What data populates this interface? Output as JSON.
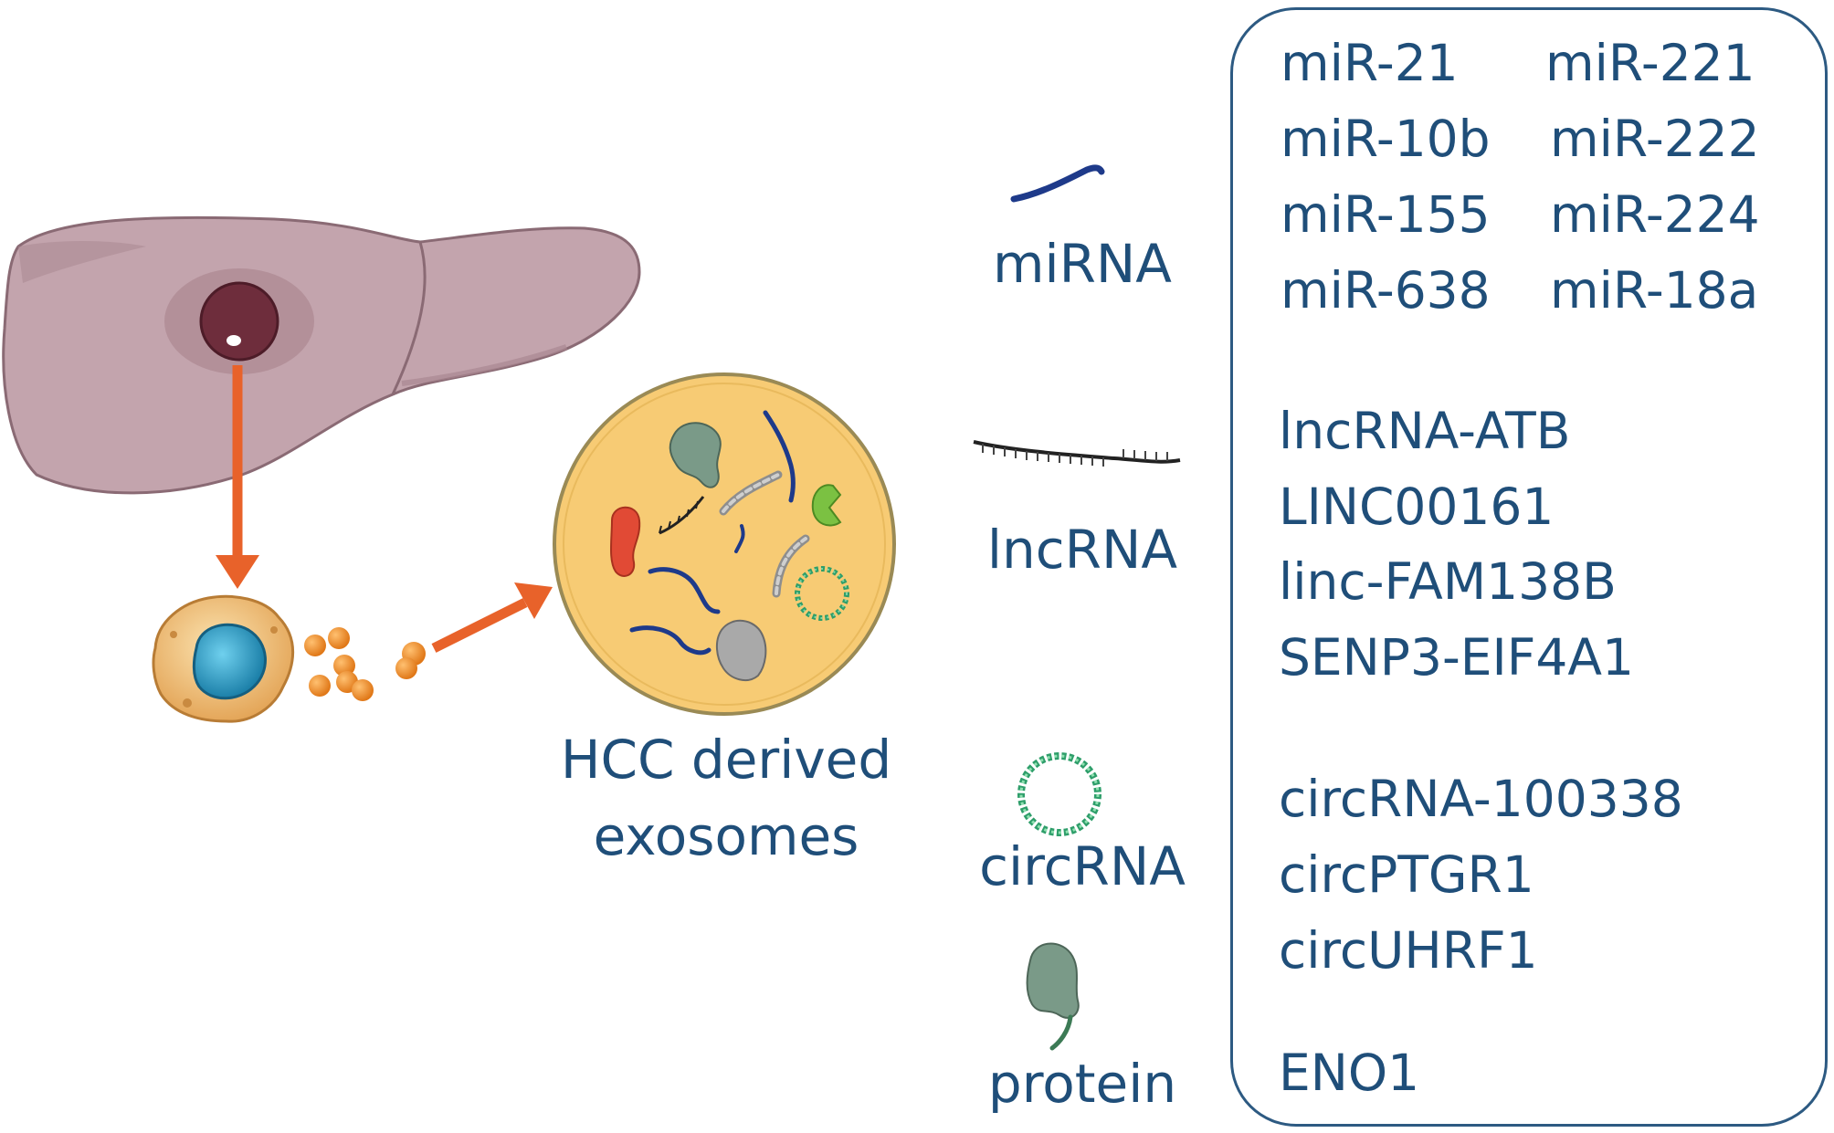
{
  "exosome": {
    "title_line1": "HCC derived",
    "title_line2": "exosomes"
  },
  "cargo_types": {
    "mirna": "miRNA",
    "lncrna": "lncRNA",
    "circrna": "circRNA",
    "protein": "protein"
  },
  "mirna_list": {
    "left": [
      "miR-21",
      "miR-10b",
      "miR-155",
      "miR-638"
    ],
    "right": [
      "miR-221",
      "miR-222",
      "miR-224",
      "miR-18a"
    ]
  },
  "lncrna_list": [
    "lncRNA-ATB",
    "LINC00161",
    "linc-FAM138B",
    "SENP3-EIF4A1"
  ],
  "circrna_list": [
    "circRNA-100338",
    "circPTGR1",
    "circUHRF1"
  ],
  "protein_list": [
    "ENO1"
  ],
  "colors": {
    "text": "#1f4e79",
    "arrow": "#e8622a",
    "liver": "#c3a4ad",
    "tumor": "#6e2d3c",
    "exosome_fill": "#f7cb74",
    "exosome_border": "#9a8a55",
    "mirna_strand": "#1e3a8a",
    "circrna": "#2e9e6a",
    "protein": "#7a9a88",
    "nucleus": "#2b9fc4"
  }
}
